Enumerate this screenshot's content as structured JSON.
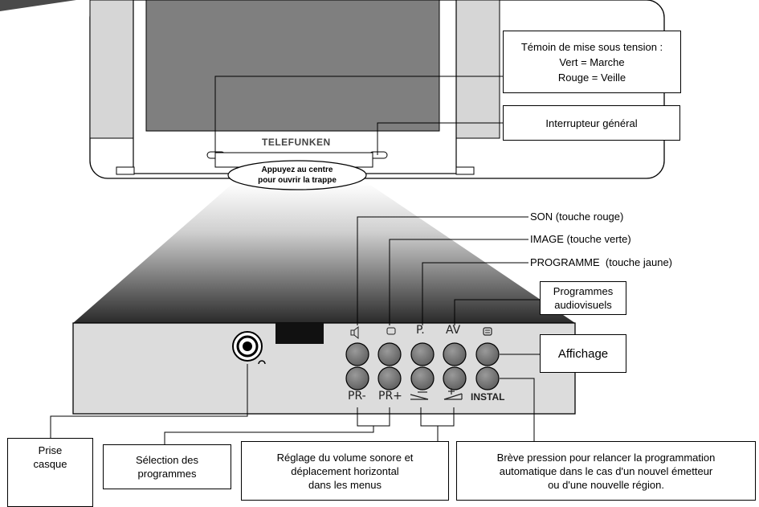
{
  "brand": "TELEFUNKEN",
  "hatch_note": "Appuyez au centre\npour ouvrir la trappe",
  "callouts": {
    "power_led": "Témoin de mise sous tension :\nVert = Marche\nRouge = Veille",
    "main_switch": "Interrupteur général",
    "son": "SON (touche rouge)",
    "image": "IMAGE (touche verte)",
    "programme": "PROGRAMME  (touche jaune)",
    "av_programs": "Programmes\naudiovisuels",
    "affichage": "Affichage",
    "headphone": "Prise\ncasque",
    "program_selection": "Sélection des\nprogrammes",
    "volume": "Réglage du volume sonore et\ndéplacement horizontal\ndans les menus",
    "instal_note": "Brève pression pour relancer la programmation\nautomatique dans le cas d'un nouvel émetteur\nou d'une nouvelle région."
  },
  "button_labels": {
    "top": [
      "",
      "",
      "P.",
      "AV",
      ""
    ],
    "bottom": [
      "PR-",
      "PR+",
      "",
      "",
      "INSTAL"
    ]
  },
  "icons": [
    "speaker-icon",
    "screen-icon",
    "teletext-icon",
    "volume-down-icon",
    "volume-up-icon",
    "headphone-jack-icon",
    "headphones-icon"
  ]
}
